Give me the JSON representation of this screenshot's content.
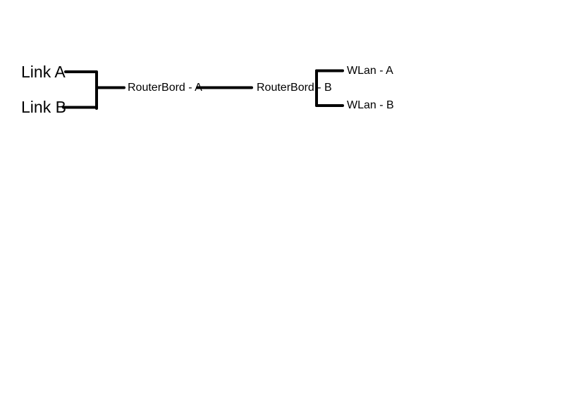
{
  "page": {
    "background_color": "#ffffff"
  },
  "diagram": {
    "type": "network-topology",
    "line_color": "#000000",
    "labels": {
      "link_a": "Link A",
      "link_b": "Link B",
      "router_a": "RouterBord - A",
      "router_b": "RouterBord - B",
      "wlan_a": "WLan - A",
      "wlan_b": "WLan - B"
    },
    "connections": [
      {
        "from": "link_a",
        "to": "router_a"
      },
      {
        "from": "link_b",
        "to": "router_a"
      },
      {
        "from": "router_a",
        "to": "router_b"
      },
      {
        "from": "router_b",
        "to": "wlan_a"
      },
      {
        "from": "router_b",
        "to": "wlan_b"
      }
    ]
  }
}
